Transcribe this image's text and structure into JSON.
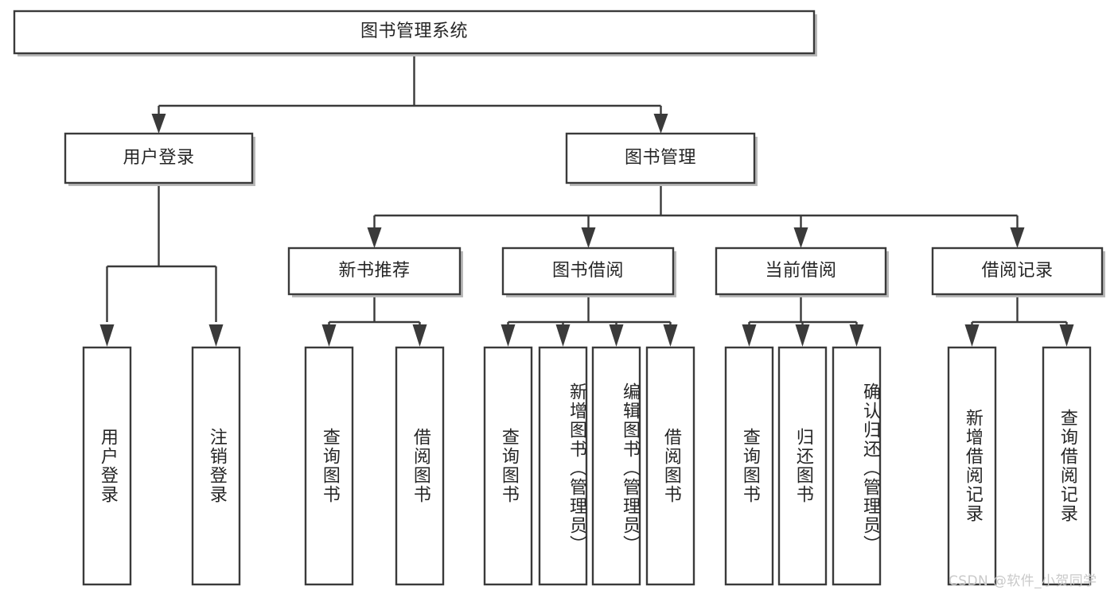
{
  "diagram": {
    "title": "图书管理系统",
    "type": "tree-hierarchy-diagram",
    "colors": {
      "box_stroke": "#3a3a3a",
      "box_fill": "#ffffff",
      "text": "#262626",
      "watermark": "#c9c9c9",
      "background": "#ffffff"
    },
    "root": {
      "label": "图书管理系统"
    },
    "level2": [
      {
        "label": "用户登录"
      },
      {
        "label": "图书管理"
      }
    ],
    "level3": [
      {
        "label": "新书推荐"
      },
      {
        "label": "图书借阅"
      },
      {
        "label": "当前借阅"
      },
      {
        "label": "借阅记录"
      }
    ],
    "leaves": {
      "user_login": [
        {
          "label": "用户登录"
        },
        {
          "label": "注销登录"
        }
      ],
      "new_book_recommend": [
        {
          "label": "查询图书"
        },
        {
          "label": "借阅图书"
        }
      ],
      "book_borrow": [
        {
          "label": "查询图书"
        },
        {
          "label": "新增图书（管理员）"
        },
        {
          "label": "编辑图书（管理员）"
        },
        {
          "label": "借阅图书"
        }
      ],
      "current_borrow": [
        {
          "label": "查询图书"
        },
        {
          "label": "归还图书"
        },
        {
          "label": "确认归还（管理员）"
        }
      ],
      "borrow_record": [
        {
          "label": "新增借阅记录"
        },
        {
          "label": "查询借阅记录"
        }
      ]
    }
  },
  "watermark": {
    "text": "CSDN @软件_小贺同学"
  }
}
